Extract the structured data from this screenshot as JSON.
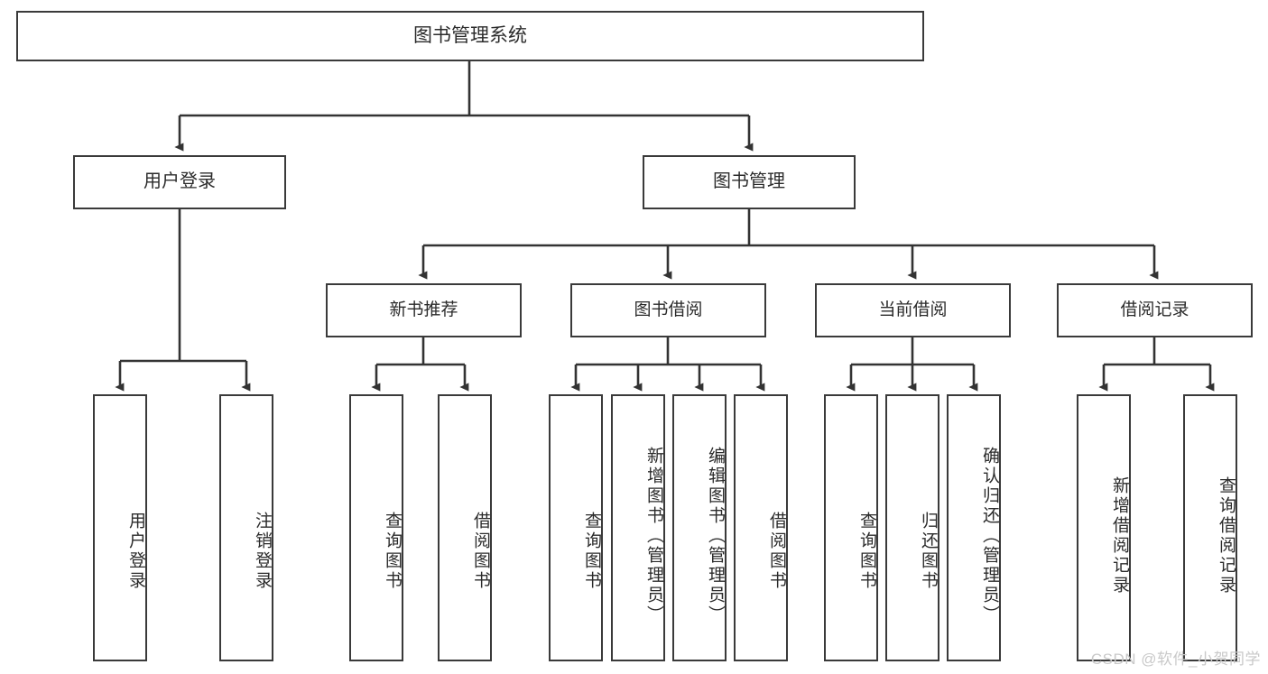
{
  "diagram": {
    "title": "图书管理系统",
    "type": "tree",
    "watermark": "CSDN @软件_小贺同学",
    "colors": {
      "box_border": "#3a3a3a",
      "box_fill": "#ffffff",
      "connector": "#333333",
      "text": "#2b2b2b",
      "watermark": "#c9c9c9"
    },
    "nodes": {
      "root": {
        "label": "图书管理系统"
      },
      "level2": [
        {
          "label": "用户登录"
        },
        {
          "label": "图书管理"
        }
      ],
      "level3": [
        {
          "label": "新书推荐"
        },
        {
          "label": "图书借阅"
        },
        {
          "label": "当前借阅"
        },
        {
          "label": "借阅记录"
        }
      ],
      "leaves": {
        "user_login": [
          {
            "label": "用户登录"
          },
          {
            "label": "注销登录"
          }
        ],
        "new_book_recommend": [
          {
            "label": "查询图书"
          },
          {
            "label": "借阅图书"
          }
        ],
        "book_borrow": [
          {
            "label": "查询图书"
          },
          {
            "label": "新增图书（管理员）"
          },
          {
            "label": "编辑图书（管理员）"
          },
          {
            "label": "借阅图书"
          }
        ],
        "current_borrow": [
          {
            "label": "查询图书"
          },
          {
            "label": "归还图书"
          },
          {
            "label": "确认归还（管理员）"
          }
        ],
        "borrow_record": [
          {
            "label": "新增借阅记录"
          },
          {
            "label": "查询借阅记录"
          }
        ]
      }
    }
  }
}
